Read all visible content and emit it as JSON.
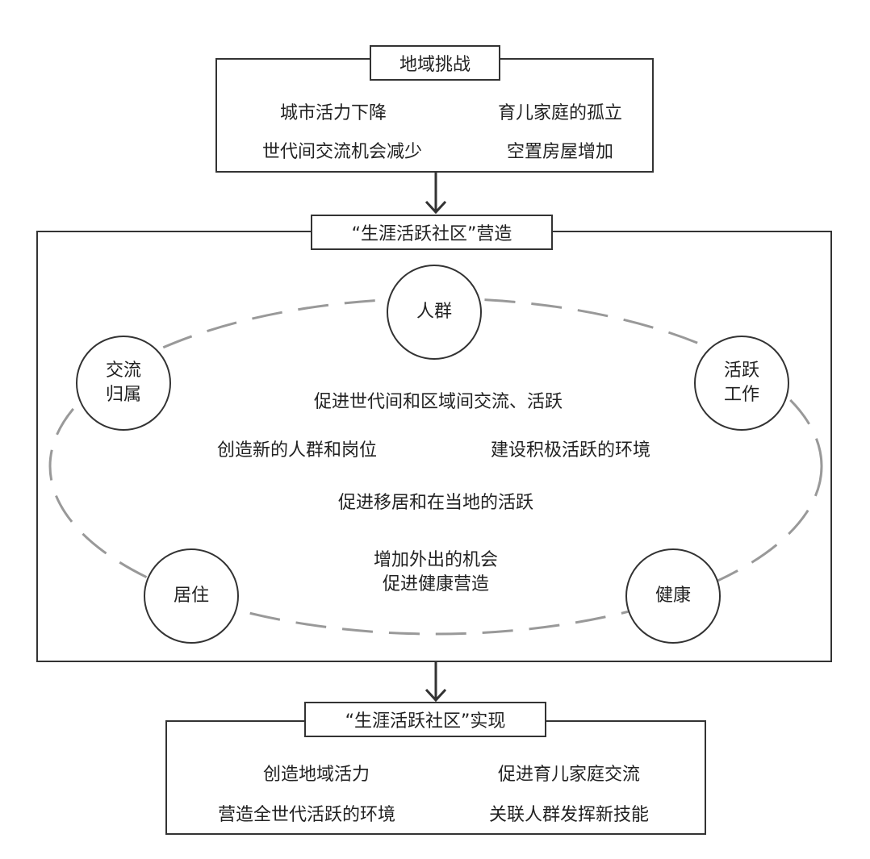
{
  "challenges": {
    "title": "地域挑战",
    "items": [
      "城市活力下降",
      "育儿家庭的孤立",
      "世代间交流机会减少",
      "空置房屋增加"
    ]
  },
  "creation": {
    "title": "“生涯活跃社区”营造",
    "nodes": {
      "top": "人群",
      "top_left": [
        "交流",
        "归属"
      ],
      "top_right": [
        "活跃",
        "工作"
      ],
      "bottom_left": "居住",
      "bottom_right": "健康"
    },
    "texts": {
      "line1": "促进世代间和区域间交流、活跃",
      "line2_left": "创造新的人群和岗位",
      "line2_right": "建设积极活跃的环境",
      "line3": "促进移居和在当地的活跃",
      "line4a": "增加外出的机会",
      "line4b": "促进健康营造"
    }
  },
  "realization": {
    "title": "“生涯活跃社区”实现",
    "items": [
      "创造地域活力",
      "促进育儿家庭交流",
      "营造全世代活跃的环境",
      "关联人群发挥新技能"
    ]
  }
}
